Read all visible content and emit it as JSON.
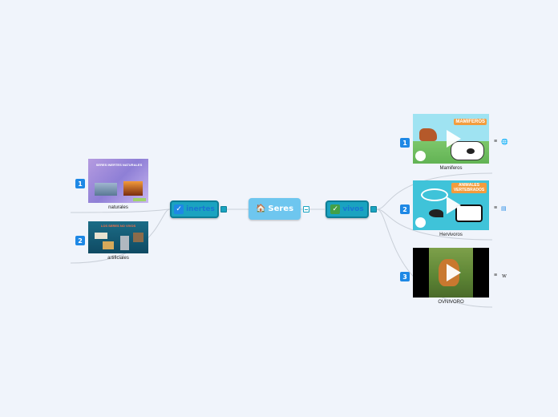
{
  "central": {
    "icon": "home-icon",
    "glyph": "🏠",
    "label": "Seres"
  },
  "left_branch": {
    "check_glyph": "✓",
    "label": "inertes"
  },
  "right_branch": {
    "check_glyph": "✓",
    "label": "vivos"
  },
  "left_items": [
    {
      "number": "1",
      "caption": "naturales",
      "slide_title": "SERES INERTES NATURALES"
    },
    {
      "number": "2",
      "caption": "artificiales",
      "slide_title": "LOS SERES NO VIVOS"
    }
  ],
  "right_items": [
    {
      "number": "1",
      "caption": "Mamiferos",
      "banner": "MAMIFEROS",
      "note_glyph": "≡",
      "link_icon": "globe-icon",
      "link_glyph": "🌐"
    },
    {
      "number": "2",
      "caption": "Hervivoros",
      "banner": "ANIMALES VERTEBRADOS",
      "note_glyph": "≡",
      "link_icon": "document-icon",
      "link_glyph": "▤"
    },
    {
      "number": "3",
      "caption": "OVNIVORO",
      "banner": "",
      "note_glyph": "≡",
      "link_icon": "wikipedia-icon",
      "link_glyph": "w"
    }
  ],
  "colors": {
    "background": "#f0f4fb",
    "central_fill": "#6ec6ef",
    "branch_fill": "#1aa3c0",
    "branch_text": "#1976d2",
    "number_badge": "#1e88e5",
    "connector": "#c9cfd8"
  }
}
